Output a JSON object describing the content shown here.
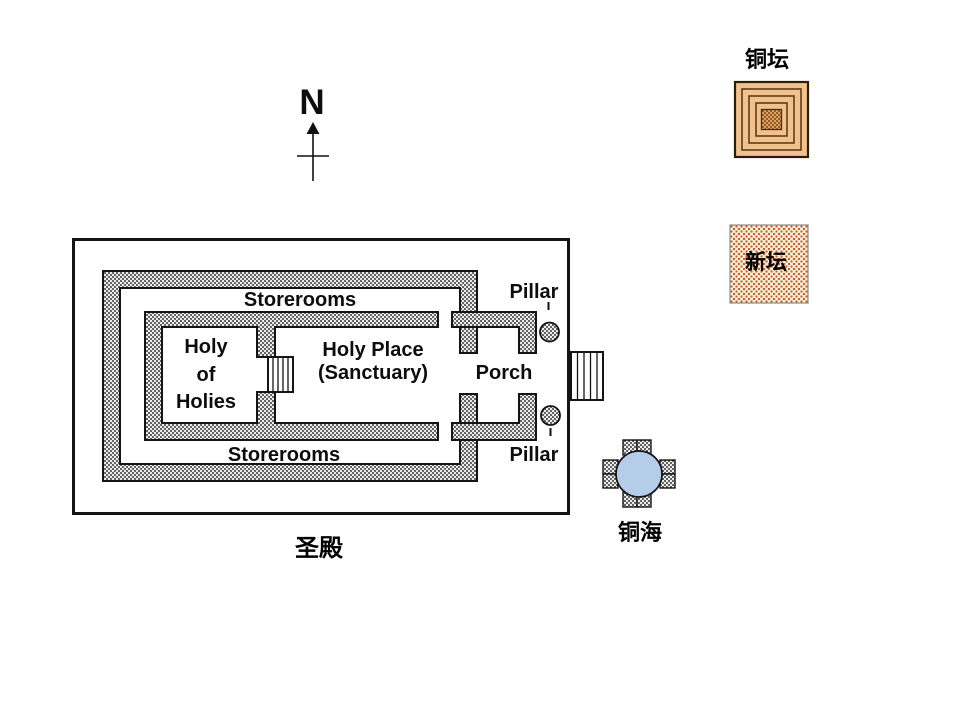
{
  "compass": {
    "label": "N"
  },
  "floor_plan": {
    "caption": "圣殿",
    "labels": {
      "storerooms_top": "Storerooms",
      "storerooms_bottom": "Storerooms",
      "holy_of_holies": [
        "Holy",
        "of",
        "Holies"
      ],
      "holy_place": "Holy Place",
      "sanctuary": "(Sanctuary)",
      "porch": "Porch",
      "pillar_top": "Pillar",
      "pillar_bottom": "Pillar"
    }
  },
  "furnishings": {
    "bronze_altar": {
      "label": "铜坛"
    },
    "new_altar": {
      "label": "新坛"
    },
    "bronze_sea": {
      "label": "铜海"
    }
  },
  "colors": {
    "outline": "#141414",
    "wall_stipple_bg": "#ececec",
    "wall_stipple_dot": "#383838",
    "bronze_altar_fill": "#f2c28c",
    "bronze_altar_ring_line": "#5f3c1c",
    "bronze_altar_core_bg": "#dfa15f",
    "bronze_altar_core_dot": "#7c4418",
    "new_altar_bg": "#f9edd3",
    "new_altar_dot": "#bf5e2e",
    "bronze_sea_fill": "#b6cde9"
  }
}
